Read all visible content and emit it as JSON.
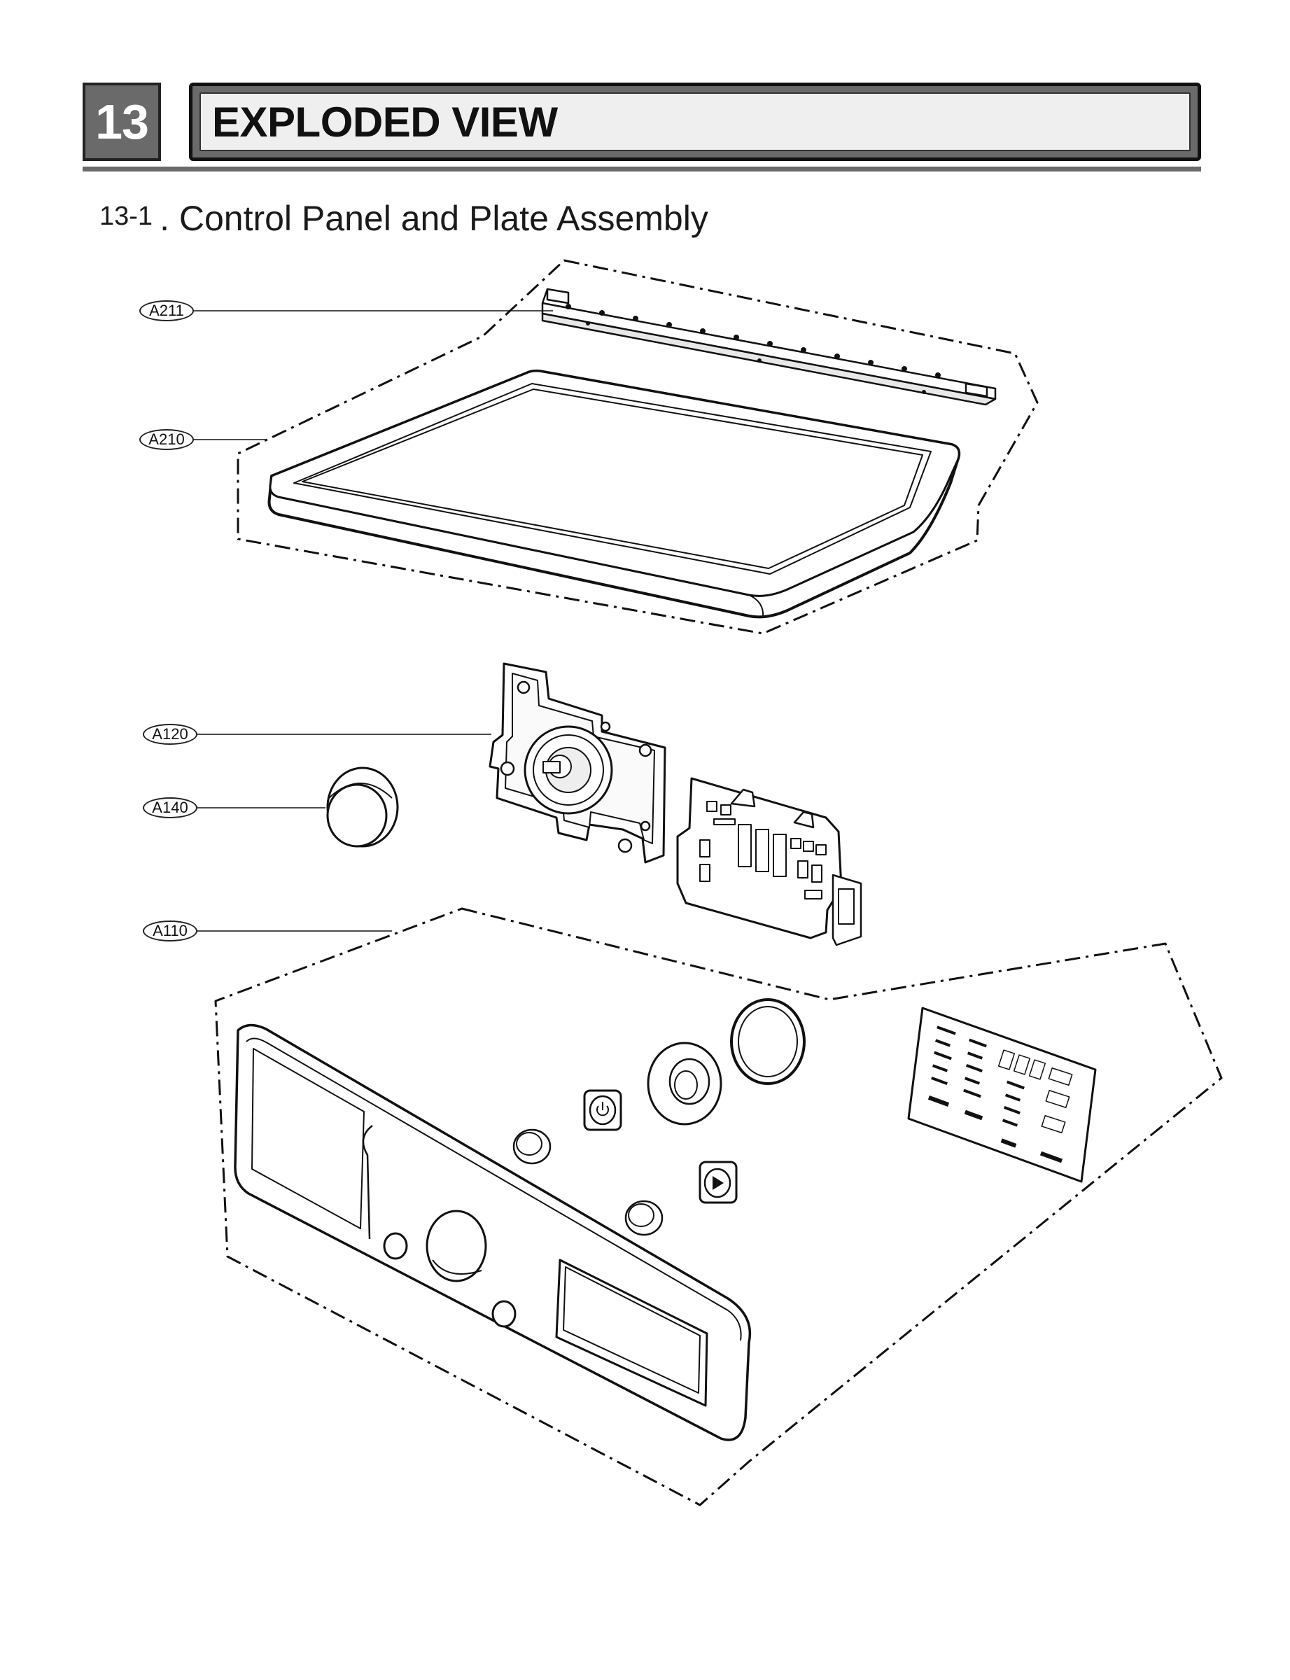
{
  "header": {
    "section_number": "13",
    "title": "EXPLODED VIEW"
  },
  "subsection": {
    "number": "13-1",
    "title": ". Control Panel and Plate Assembly"
  },
  "callouts": [
    {
      "id": "a211",
      "label": "A211"
    },
    {
      "id": "a210",
      "label": "A210"
    },
    {
      "id": "a120",
      "label": "A120"
    },
    {
      "id": "a140",
      "label": "A140"
    },
    {
      "id": "a110",
      "label": "A110"
    }
  ],
  "colors": {
    "header_gray": "#6a6a6a",
    "title_fill": "#efefef",
    "line": "#111111"
  }
}
